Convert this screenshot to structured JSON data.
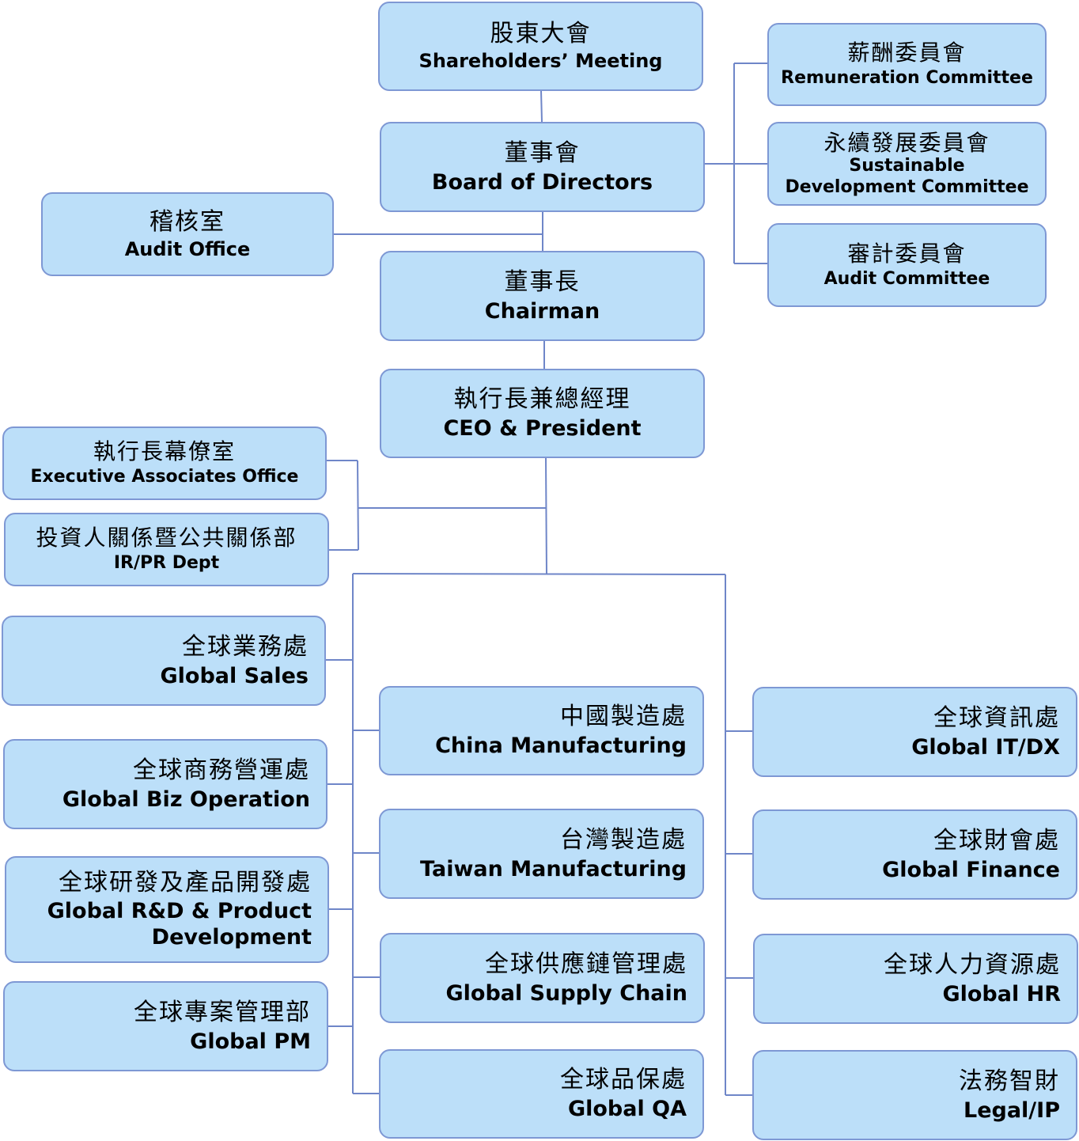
{
  "colors": {
    "box_fill": "#bcdff9",
    "box_border": "#7e98d4",
    "line": "#6f86c8"
  },
  "nodes": {
    "shareholders": {
      "zh": "股東大會",
      "en": "Shareholders’ Meeting"
    },
    "board": {
      "zh": "董事會",
      "en": "Board of Directors"
    },
    "audit_office": {
      "zh": "稽核室",
      "en": "Audit Office"
    },
    "chairman": {
      "zh": "董事長",
      "en": "Chairman"
    },
    "ceo": {
      "zh": "執行長兼總經理",
      "en": "CEO & President"
    },
    "remuneration": {
      "zh": "薪酬委員會",
      "en": "Remuneration Committee"
    },
    "sustainable": {
      "zh": "永續發展委員會",
      "en": "Sustainable Development Committee"
    },
    "audit_committee": {
      "zh": "審計委員會",
      "en": "Audit Committee"
    },
    "exec_assoc": {
      "zh": "執行長幕僚室",
      "en": "Executive Associates Office"
    },
    "irpr": {
      "zh": "投資人關係暨公共關係部",
      "en": "IR/PR Dept"
    },
    "sales": {
      "zh": "全球業務處",
      "en": "Global Sales"
    },
    "bizop": {
      "zh": "全球商務營運處",
      "en": "Global Biz Operation"
    },
    "rd": {
      "zh": "全球研發及產品開發處",
      "en": "Global R&D & Product Development"
    },
    "pm": {
      "zh": "全球專案管理部",
      "en": "Global PM"
    },
    "china": {
      "zh": "中國製造處",
      "en": "China Manufacturing"
    },
    "taiwan": {
      "zh": "台灣製造處",
      "en": "Taiwan Manufacturing"
    },
    "supply": {
      "zh": "全球供應鏈管理處",
      "en": "Global Supply Chain"
    },
    "qa": {
      "zh": "全球品保處",
      "en": "Global QA"
    },
    "it": {
      "zh": "全球資訊處",
      "en": "Global IT/DX"
    },
    "finance": {
      "zh": "全球財會處",
      "en": "Global Finance"
    },
    "hr": {
      "zh": "全球人力資源處",
      "en": "Global HR"
    },
    "legal": {
      "zh": "法務智財",
      "en": "Legal/IP"
    }
  }
}
